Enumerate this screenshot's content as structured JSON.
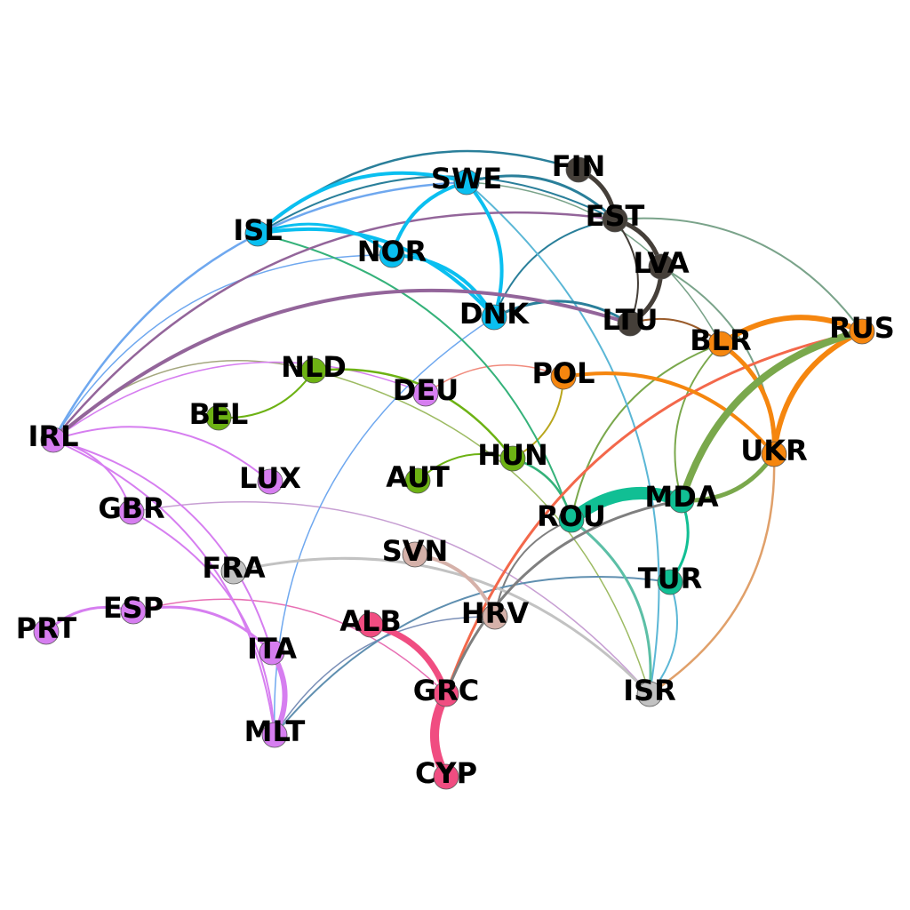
{
  "colors": {
    "purple": "#d67ef0",
    "blue": "#0abff0",
    "dark": "#453f39",
    "orange": "#f5860f",
    "green": "#6db214",
    "teal": "#11bf94",
    "pink": "#f04d81",
    "tan": "#d5b1a9",
    "gray": "#c2c2c2"
  },
  "nodes": [
    {
      "id": "IRL",
      "label": "IRL",
      "color": "purple"
    },
    {
      "id": "GBR",
      "label": "GBR",
      "color": "purple"
    },
    {
      "id": "LUX",
      "label": "LUX",
      "color": "purple"
    },
    {
      "id": "PRT",
      "label": "PRT",
      "color": "purple"
    },
    {
      "id": "ESP",
      "label": "ESP",
      "color": "purple"
    },
    {
      "id": "ITA",
      "label": "ITA",
      "color": "purple"
    },
    {
      "id": "MLT",
      "label": "MLT",
      "color": "purple"
    },
    {
      "id": "FRA",
      "label": "FRA",
      "color": "gray"
    },
    {
      "id": "ISL",
      "label": "ISL",
      "color": "blue"
    },
    {
      "id": "SWE",
      "label": "SWE",
      "color": "blue"
    },
    {
      "id": "NOR",
      "label": "NOR",
      "color": "blue"
    },
    {
      "id": "DNK",
      "label": "DNK",
      "color": "blue"
    },
    {
      "id": "FIN",
      "label": "FIN",
      "color": "dark"
    },
    {
      "id": "EST",
      "label": "EST",
      "color": "dark"
    },
    {
      "id": "LVA",
      "label": "LVA",
      "color": "dark"
    },
    {
      "id": "LTU",
      "label": "LTU",
      "color": "dark"
    },
    {
      "id": "BLR",
      "label": "BLR",
      "color": "orange"
    },
    {
      "id": "RUS",
      "label": "RUS",
      "color": "orange"
    },
    {
      "id": "UKR",
      "label": "UKR",
      "color": "orange"
    },
    {
      "id": "POL",
      "label": "POL",
      "color": "orange"
    },
    {
      "id": "NLD",
      "label": "NLD",
      "color": "green"
    },
    {
      "id": "BEL",
      "label": "BEL",
      "color": "green"
    },
    {
      "id": "DEU",
      "label": "DEU",
      "color": "purple"
    },
    {
      "id": "HUN",
      "label": "HUN",
      "color": "green"
    },
    {
      "id": "AUT",
      "label": "AUT",
      "color": "green"
    },
    {
      "id": "MDA",
      "label": "MDA",
      "color": "teal"
    },
    {
      "id": "ROU",
      "label": "ROU",
      "color": "teal"
    },
    {
      "id": "TUR",
      "label": "TUR",
      "color": "teal"
    },
    {
      "id": "SVN",
      "label": "SVN",
      "color": "tan"
    },
    {
      "id": "HRV",
      "label": "HRV",
      "color": "tan"
    },
    {
      "id": "ALB",
      "label": "ALB",
      "color": "pink"
    },
    {
      "id": "GRC",
      "label": "GRC",
      "color": "pink"
    },
    {
      "id": "CYP",
      "label": "CYP",
      "color": "pink"
    },
    {
      "id": "ISR",
      "label": "ISR",
      "color": "gray"
    }
  ],
  "edges": [
    {
      "s": "CYP",
      "t": "GRC",
      "w": 10,
      "color": "#f04d81"
    },
    {
      "s": "ALB",
      "t": "GRC",
      "w": 7,
      "color": "#f04d81"
    },
    {
      "s": "ROU",
      "t": "MDA",
      "w": 14,
      "color": "#11bf94"
    },
    {
      "s": "UKR",
      "t": "RUS",
      "w": 6,
      "color": "#f5860f"
    },
    {
      "s": "BLR",
      "t": "RUS",
      "w": 6,
      "color": "#f5860f"
    },
    {
      "s": "BLR",
      "t": "UKR",
      "w": 5,
      "color": "#f5860f"
    },
    {
      "s": "POL",
      "t": "UKR",
      "w": 4,
      "color": "#f5860f"
    },
    {
      "s": "MDA",
      "t": "RUS",
      "w": 8,
      "color": "#7aa84c"
    },
    {
      "s": "UKR",
      "t": "MDA",
      "w": 5,
      "color": "#7aa84c"
    },
    {
      "s": "ISL",
      "t": "SWE",
      "w": 4,
      "color": "#0abff0"
    },
    {
      "s": "ISL",
      "t": "DNK",
      "w": 4,
      "color": "#0abff0"
    },
    {
      "s": "SWE",
      "t": "DNK",
      "w": 4,
      "color": "#0abff0"
    },
    {
      "s": "NOR",
      "t": "DNK",
      "w": 4,
      "color": "#0abff0"
    },
    {
      "s": "NOR",
      "t": "SWE",
      "w": 4,
      "color": "#0abff0"
    },
    {
      "s": "ISL",
      "t": "NOR",
      "w": 3,
      "color": "#0abff0"
    },
    {
      "s": "SWE",
      "t": "EST",
      "w": 3,
      "color": "#2a7f9a"
    },
    {
      "s": "FIN",
      "t": "EST",
      "w": 5,
      "color": "#453f39"
    },
    {
      "s": "EST",
      "t": "LVA",
      "w": 5,
      "color": "#453f39"
    },
    {
      "s": "LVA",
      "t": "LTU",
      "w": 5,
      "color": "#453f39"
    },
    {
      "s": "EST",
      "t": "LTU",
      "w": 2,
      "color": "#453f39"
    },
    {
      "s": "ISL",
      "t": "FIN",
      "w": 2.5,
      "color": "#2a7f9a"
    },
    {
      "s": "DNK",
      "t": "EST",
      "w": 2,
      "color": "#2a7f9a"
    },
    {
      "s": "DNK",
      "t": "LTU",
      "w": 3,
      "color": "#2a7f9a"
    },
    {
      "s": "ISL",
      "t": "EST",
      "w": 2,
      "color": "#2a7f9a"
    },
    {
      "s": "IRL",
      "t": "SWE",
      "w": 2.5,
      "color": "#6fa8ef"
    },
    {
      "s": "IRL",
      "t": "LTU",
      "w": 4,
      "color": "#93659a"
    },
    {
      "s": "IRL",
      "t": "EST",
      "w": 2.5,
      "color": "#93659a"
    },
    {
      "s": "IRL",
      "t": "NOR",
      "w": 1.5,
      "color": "#6fa8ef"
    },
    {
      "s": "IRL",
      "t": "NLD",
      "w": 1.5,
      "color": "#a4a77f"
    },
    {
      "s": "IRL",
      "t": "DEU",
      "w": 1.5,
      "color": "#d67ef0"
    },
    {
      "s": "IRL",
      "t": "LUX",
      "w": 2,
      "color": "#d67ef0"
    },
    {
      "s": "IRL",
      "t": "GBR",
      "w": 2,
      "color": "#d67ef0"
    },
    {
      "s": "IRL",
      "t": "ITA",
      "w": 2,
      "color": "#d67ef0"
    },
    {
      "s": "IRL",
      "t": "MLT",
      "w": 2,
      "color": "#d67ef0"
    },
    {
      "s": "GBR",
      "t": "MLT",
      "w": 2,
      "color": "#d67ef0"
    },
    {
      "s": "GBR",
      "t": "ISR",
      "w": 1.5,
      "color": "#c79fd3"
    },
    {
      "s": "ITA",
      "t": "MLT",
      "w": 6,
      "color": "#d67ef0"
    },
    {
      "s": "ESP",
      "t": "ITA",
      "w": 3,
      "color": "#d67ef0"
    },
    {
      "s": "PRT",
      "t": "ESP",
      "w": 3,
      "color": "#d67ef0"
    },
    {
      "s": "ESP",
      "t": "GRC",
      "w": 1.5,
      "color": "#e76fb3"
    },
    {
      "s": "FRA",
      "t": "ISR",
      "w": 3,
      "color": "#c2c2c2"
    },
    {
      "s": "NLD",
      "t": "BEL",
      "w": 2,
      "color": "#6db214"
    },
    {
      "s": "NLD",
      "t": "HUN",
      "w": 2.5,
      "color": "#6db214"
    },
    {
      "s": "NLD",
      "t": "ISR",
      "w": 1.5,
      "color": "#9dbb63"
    },
    {
      "s": "AUT",
      "t": "HUN",
      "w": 2,
      "color": "#6db214"
    },
    {
      "s": "POL",
      "t": "HUN",
      "w": 2,
      "color": "#b9a61c"
    },
    {
      "s": "DEU",
      "t": "POL",
      "w": 1.5,
      "color": "#f08a7c"
    },
    {
      "s": "ISL",
      "t": "ROU",
      "w": 2,
      "color": "#35b27a"
    },
    {
      "s": "HUN",
      "t": "ROU",
      "w": 2.5,
      "color": "#35b27a"
    },
    {
      "s": "ROU",
      "t": "ISR",
      "w": 3,
      "color": "#5cbfa6"
    },
    {
      "s": "ROU",
      "t": "BLR",
      "w": 2,
      "color": "#7aa84c"
    },
    {
      "s": "MDA",
      "t": "BLR",
      "w": 2,
      "color": "#7aa84c"
    },
    {
      "s": "GRC",
      "t": "RUS",
      "w": 3,
      "color": "#f3684b"
    },
    {
      "s": "GRC",
      "t": "MDA",
      "w": 3,
      "color": "#7f7f7f"
    },
    {
      "s": "HRV",
      "t": "ROU",
      "w": 2,
      "color": "#7f7f7f"
    },
    {
      "s": "SVN",
      "t": "HRV",
      "w": 4,
      "color": "#d5b1a9"
    },
    {
      "s": "MLT",
      "t": "TUR",
      "w": 2,
      "color": "#5f8fb0"
    },
    {
      "s": "MLT",
      "t": "HRV",
      "w": 1.5,
      "color": "#7a8fb7"
    },
    {
      "s": "MLT",
      "t": "DNK",
      "w": 1.5,
      "color": "#6fa8ef"
    },
    {
      "s": "SWE",
      "t": "ISR",
      "w": 2,
      "color": "#5bb7d6"
    },
    {
      "s": "UKR",
      "t": "ISR",
      "w": 2.5,
      "color": "#e0a06a"
    },
    {
      "s": "EST",
      "t": "RUS",
      "w": 2,
      "color": "#7aa38a"
    },
    {
      "s": "SWE",
      "t": "BLR",
      "w": 1.5,
      "color": "#7aa38a"
    },
    {
      "s": "LTU",
      "t": "BLR",
      "w": 2,
      "color": "#9a5c2b"
    },
    {
      "s": "LVA",
      "t": "UKR",
      "w": 2,
      "color": "#7aa38a"
    },
    {
      "s": "MDA",
      "t": "TUR",
      "w": 3,
      "color": "#11bf94"
    },
    {
      "s": "TUR",
      "t": "ISR",
      "w": 2,
      "color": "#5bb7d6"
    }
  ]
}
